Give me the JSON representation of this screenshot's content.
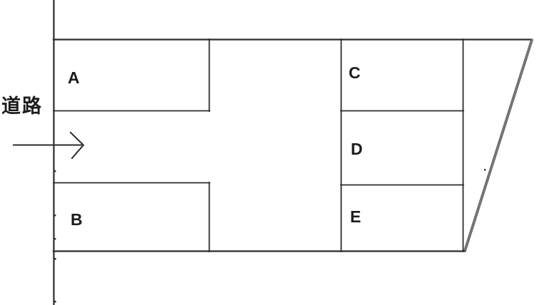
{
  "diagram": {
    "road_label": "道路",
    "parcels": {
      "a": "A",
      "b": "B",
      "c": "C",
      "d": "D",
      "e": "E"
    },
    "colors": {
      "line": "#2b2b2b",
      "hatch": "#777777",
      "background": "#ffffff"
    }
  }
}
